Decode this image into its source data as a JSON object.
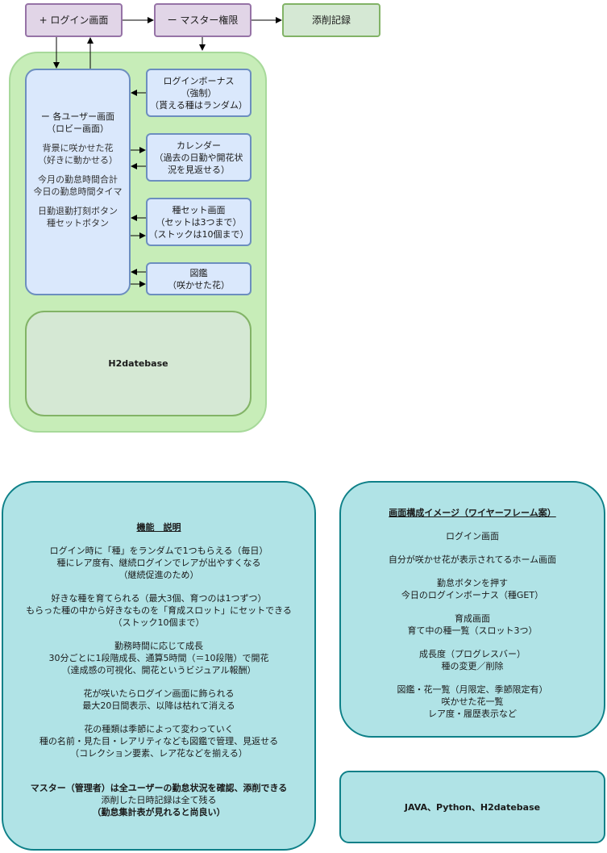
{
  "flow": {
    "login_screen": "+ ログイン画面",
    "master_rights": "ー マスター権限",
    "edit_records": "添削記録"
  },
  "lobby": {
    "lines": [
      "ー 各ユーザー画面",
      "（ロビー画面）",
      "",
      "背景に咲かせた花",
      "（好きに動かせる）",
      "",
      "今月の勤怠時間合計",
      "今日の勤怠時間タイマ",
      "",
      "日勤退勤打刻ボタン",
      "種セットボタン"
    ]
  },
  "side_boxes": {
    "login_bonus": [
      "ログインボーナス",
      "（強制）",
      "（貰える種はランダム）"
    ],
    "calendar": [
      "カレンダー",
      "（過去の日勤や開花状",
      "況を見返せる）"
    ],
    "seed_set": [
      "種セット画面",
      "（セットは3つまで）",
      "（ストックは10個まで）"
    ],
    "encyclopedia": [
      "図鑑",
      "（咲かせた花）"
    ]
  },
  "database": {
    "label": "H2datebase"
  },
  "features": {
    "title": "機能　説明",
    "paragraphs": [
      [
        "ログイン時に「種」をランダムで1つもらえる（毎日）",
        "種にレア度有、継続ログインでレアが出やすくなる",
        "（継続促進のため）"
      ],
      [
        "好きな種を育てられる（最大3個、育つのは1つずつ）",
        "もらった種の中から好きなものを「育成スロット」にセットできる",
        "（ストック10個まで）"
      ],
      [
        "勤務時間に応じて成長",
        "30分ごとに1段階成長、通算5時間（＝10段階）で開花",
        "（達成感の可視化、開花というビジュアル報酬）"
      ],
      [
        "花が咲いたらログイン画面に飾られる",
        "最大20日間表示、以降は枯れて消える"
      ],
      [
        "花の種類は季節によって変わっていく",
        "種の名前・見た目・レアリティなども図鑑で管理、見返せる",
        "（コレクション要素、レア花などを揃える）"
      ]
    ],
    "master_lines": [
      "マスター（管理者）は全ユーザーの勤怠状況を確認、添削できる",
      "添削した日時記録は全て残る",
      "（勤怠集計表が見れると尚良い）"
    ]
  },
  "wireframe": {
    "title": "画面構成イメージ（ワイヤーフレーム案）",
    "paragraphs": [
      [
        "ログイン画面"
      ],
      [
        "自分が咲かせ花が表示されてるホーム画面"
      ],
      [
        "勤怠ボタンを押す",
        "今日のログインボーナス（種GET）"
      ],
      [
        "育成画面",
        "育て中の種一覧（スロット3つ）"
      ],
      [
        "成長度（プログレスバー）",
        "種の変更／削除"
      ],
      [
        "図鑑・花一覧（月限定、季節限定有）",
        "咲かせた花一覧",
        "レア度・履歴表示など"
      ]
    ]
  },
  "tech": {
    "label": "JAVA、Python、H2datebase"
  },
  "colors": {
    "purple_fill": "#e1d5e7",
    "purple_stroke": "#9673a6",
    "green_fill": "#d5e8d4",
    "green_stroke": "#82b366",
    "blue_fill": "#dae8fc",
    "blue_stroke": "#6c8ebf",
    "teal_fill": "#b0e3e6",
    "teal_stroke": "#0e8088"
  }
}
